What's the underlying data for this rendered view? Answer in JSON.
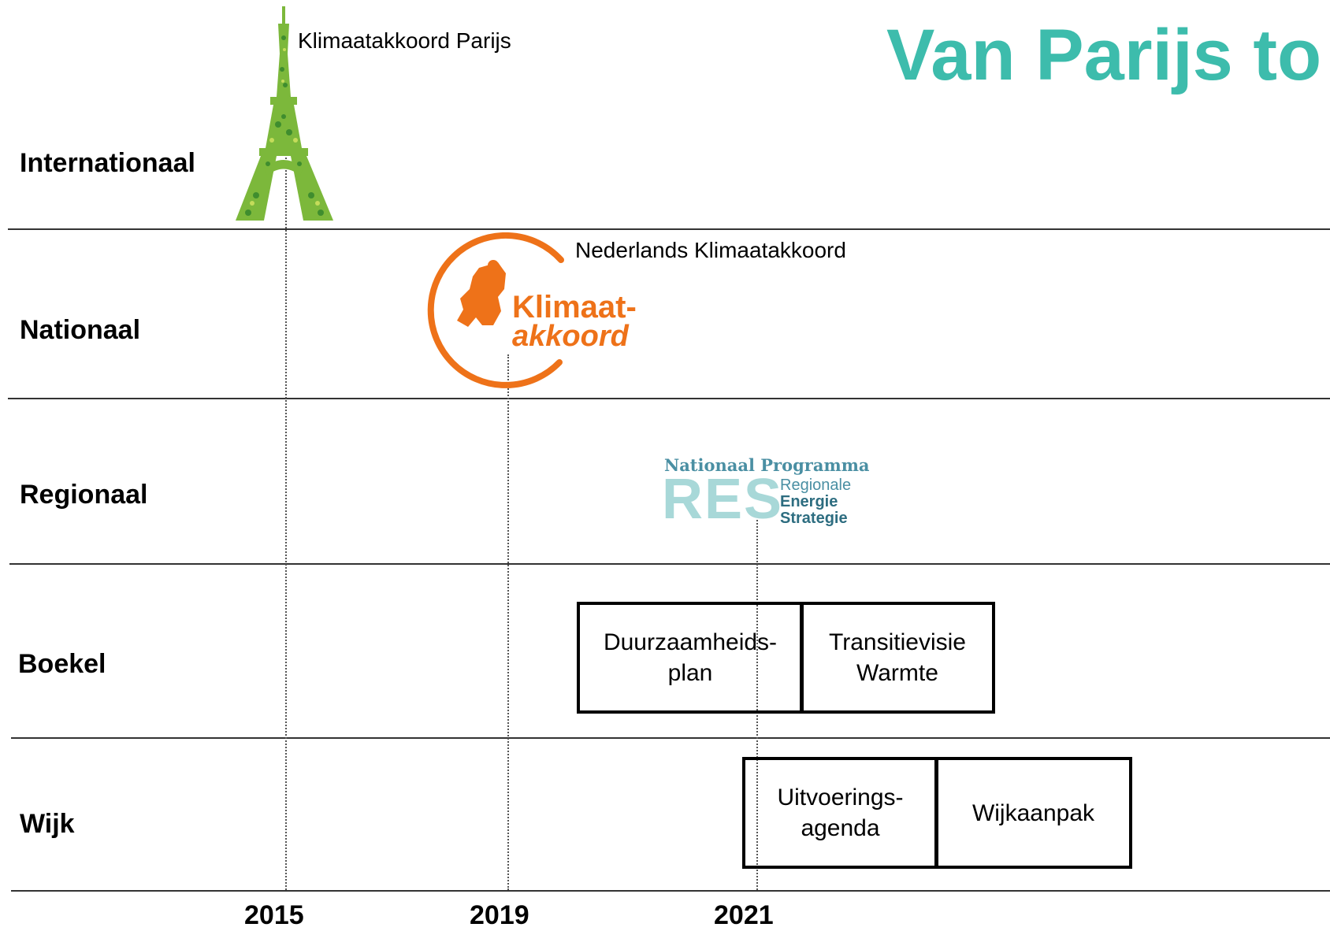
{
  "title": "Van Parijs to",
  "rows": {
    "international": "Internationaal",
    "national": "Nationaal",
    "regional": "Regionaal",
    "boekel": "Boekel",
    "wijk": "Wijk"
  },
  "years": [
    "2015",
    "2019",
    "2021"
  ],
  "events": {
    "paris": "Klimaatakkoord Parijs",
    "nl": "Nederlands Klimaatakkoord"
  },
  "logos": {
    "klimaatakkoord": {
      "line1": "Klimaat-",
      "line2": "akkoord",
      "color": "#ee7219"
    },
    "res": {
      "heading": "Nationaal Programma",
      "big": "RES",
      "sub1": "Regionale",
      "sub2": "Energie",
      "sub3": "Strategie",
      "color": "#4a8fa3"
    },
    "eiffel_color": "#7cb83b"
  },
  "boxes": {
    "duurzaamheid": "Duurzaamheids-\nplan",
    "transitie": "Transitievisie\nWarmte",
    "uitvoering": "Uitvoerings-\nagenda",
    "wijkaanpak": "Wijkaanpak"
  }
}
